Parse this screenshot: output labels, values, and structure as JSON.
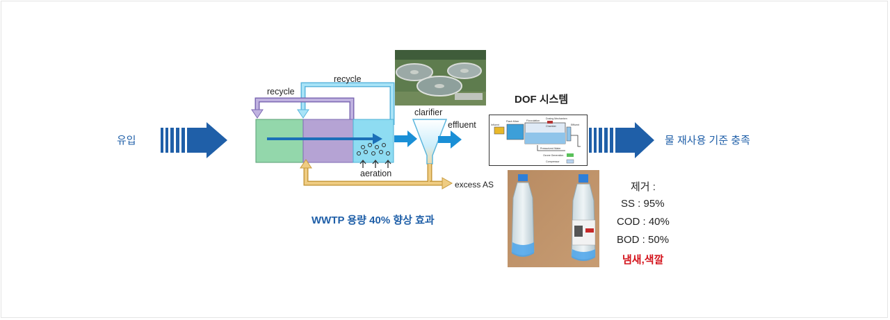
{
  "inflow_label": "유입",
  "outflow_label": "물 재사용 기준 충족",
  "wwtp": {
    "recycle_top": "recycle",
    "recycle_left": "recycle",
    "clarifier": "clarifier",
    "effluent": "effluent",
    "aeration": "aeration",
    "excess": "excess AS",
    "caption": "WWTP 용량 40% 향상 효과"
  },
  "dof": {
    "title": "DOF 시스템",
    "schematic_labels": [
      "Influent",
      "Flash Mixer",
      "Flocculation",
      "Dosing Mechanism",
      "Chamber",
      "Effluent",
      "Pressurized Water",
      "Ozone Generation",
      "Compressor"
    ]
  },
  "removal": {
    "title": "제거 :",
    "items": [
      "SS : 95%",
      "COD : 40%",
      "BOD : 50%"
    ],
    "extra": "냄새,색깔"
  },
  "colors": {
    "arrow_blue": "#1f5fa8",
    "tank_green": "#93d7ab",
    "tank_purple": "#b5a3d4",
    "tank_cyan": "#8edcf2",
    "recycle_cyan": "#7bcfee",
    "recycle_purple": "#9a86c6",
    "return_orange": "#e2b866",
    "flow_blue": "#1a8fd6",
    "red_text": "#d4141c"
  }
}
